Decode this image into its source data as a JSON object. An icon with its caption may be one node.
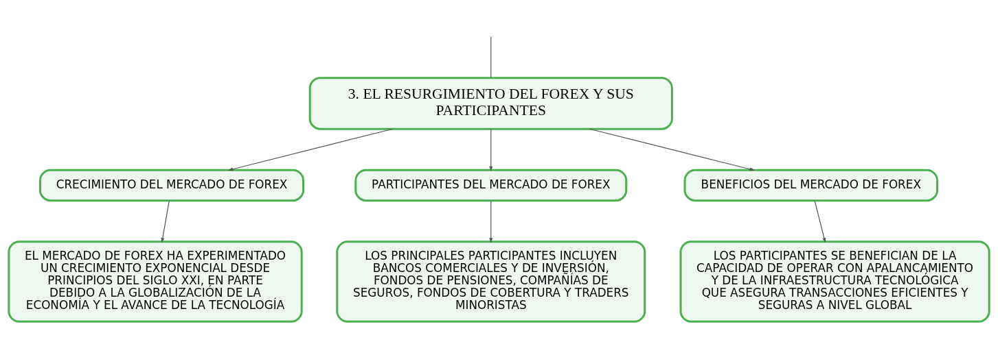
{
  "diagram": {
    "nodes": [
      {
        "text": [
          "3. EL RESURGIMIENTO DEL FOREX Y SUS PARTICIPANTES"
        ]
      },
      {
        "text": [
          "CRECIMIENTO DEL MERCADO DE FOREX"
        ]
      },
      {
        "text": [
          "PARTICIPANTES DEL MERCADO DE FOREX"
        ]
      },
      {
        "text": [
          "BENEFICIOS DEL MERCADO DE FOREX"
        ]
      },
      {
        "text": [
          "EL MERCADO DE FOREX HA EXPERIMENTADO UN CRECIMIENTO EXPONENCIAL DESDE PRINCIPIOS DEL SIGLO XXI, EN PARTE DEBIDO A LA GLOBALIZACIÓN DE LA ECONOMÍA Y EL AVANCE DE LA TECNOLOGÍA"
        ]
      },
      {
        "text": [
          "LOS PRINCIPALES PARTICIPANTES INCLUYEN BANCOS COMERCIALES Y DE INVERSIÓN, FONDOS DE PENSIONES, COMPAÑÍAS DE SEGUROS, FONDOS DE COBERTURA Y TRADERS MINORISTAS"
        ]
      },
      {
        "text": [
          "LOS PARTICIPANTES SE BENEFICIAN DE LA CAPACIDAD DE OPERAR CON APALANCAMIENTO Y DE LA INFRAESTRUCTURA TECNOLÓGICA QUE ASEGURA TRANSACCIONES EFICIENTES Y SEGURAS A NIVEL GLOBAL"
        ]
      }
    ],
    "edges": [
      {
        "from": null,
        "to": 0,
        "arrow": "none"
      },
      {
        "from": 0,
        "to": 1,
        "arrow": "to"
      },
      {
        "from": 0,
        "to": 2,
        "arrow": "to"
      },
      {
        "from": 0,
        "to": 3,
        "arrow": "to"
      },
      {
        "from": 1,
        "to": 4,
        "arrow": "to"
      },
      {
        "from": 2,
        "to": 5,
        "arrow": "to"
      },
      {
        "from": 3,
        "to": 6,
        "arrow": "to"
      }
    ]
  }
}
